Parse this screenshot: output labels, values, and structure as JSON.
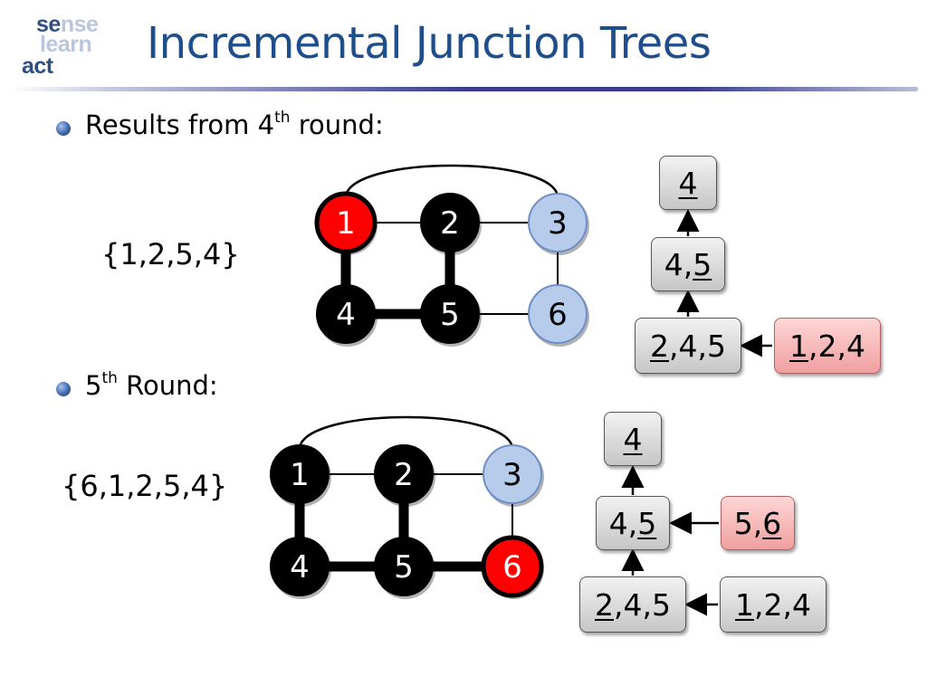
{
  "logo": {
    "lines": [
      {
        "dark": "se",
        "light": "nse"
      },
      {
        "dark": "",
        "light": "learn"
      },
      {
        "dark": "act",
        "light": ""
      }
    ]
  },
  "title": "Incremental Junction Trees",
  "colors": {
    "title": "#1f4e8c",
    "node_black": "#000000",
    "node_red": "#ff0000",
    "node_blue": "#b7cbeb",
    "box_gray": "#d9d9d9",
    "box_pink": "#f5b0b0"
  },
  "section1": {
    "bullet_prefix": "Results from 4",
    "bullet_sup": "th",
    "bullet_suffix": " round:",
    "order_label": "{1,2,5,4}",
    "graph": {
      "nodes": [
        {
          "id": "1",
          "color": "red"
        },
        {
          "id": "2",
          "color": "black"
        },
        {
          "id": "3",
          "color": "blue"
        },
        {
          "id": "4",
          "color": "black"
        },
        {
          "id": "5",
          "color": "black"
        },
        {
          "id": "6",
          "color": "blue"
        }
      ],
      "thick_edges": [
        [
          "1",
          "4"
        ],
        [
          "4",
          "5"
        ],
        [
          "2",
          "5"
        ]
      ],
      "thin_edges": [
        [
          "1",
          "2"
        ],
        [
          "2",
          "3"
        ],
        [
          "3",
          "6"
        ],
        [
          "5",
          "6"
        ],
        [
          "1",
          "3"
        ]
      ]
    },
    "tree": {
      "boxes": [
        {
          "id": "a",
          "parts": [
            {
              "t": "4",
              "u": true
            }
          ],
          "color": "gray"
        },
        {
          "id": "b",
          "parts": [
            {
              "t": "4,",
              "u": false
            },
            {
              "t": "5",
              "u": true
            }
          ],
          "color": "gray"
        },
        {
          "id": "c",
          "parts": [
            {
              "t": "2",
              "u": true
            },
            {
              "t": ",4,5",
              "u": false
            }
          ],
          "color": "gray"
        },
        {
          "id": "d",
          "parts": [
            {
              "t": "1",
              "u": true
            },
            {
              "t": ",2,4",
              "u": false
            }
          ],
          "color": "pink"
        }
      ]
    }
  },
  "section2": {
    "bullet_prefix": "5",
    "bullet_sup": "th",
    "bullet_suffix": " Round:",
    "order_label": "{6,1,2,5,4}",
    "graph": {
      "nodes": [
        {
          "id": "1",
          "color": "black"
        },
        {
          "id": "2",
          "color": "black"
        },
        {
          "id": "3",
          "color": "blue"
        },
        {
          "id": "4",
          "color": "black"
        },
        {
          "id": "5",
          "color": "black"
        },
        {
          "id": "6",
          "color": "red"
        }
      ],
      "thick_edges": [
        [
          "1",
          "4"
        ],
        [
          "4",
          "5"
        ],
        [
          "2",
          "5"
        ],
        [
          "5",
          "6"
        ]
      ],
      "thin_edges": [
        [
          "1",
          "2"
        ],
        [
          "2",
          "3"
        ],
        [
          "3",
          "6"
        ],
        [
          "1",
          "3"
        ]
      ]
    },
    "tree": {
      "boxes": [
        {
          "id": "a",
          "parts": [
            {
              "t": "4",
              "u": true
            }
          ],
          "color": "gray"
        },
        {
          "id": "b",
          "parts": [
            {
              "t": "4,",
              "u": false
            },
            {
              "t": "5",
              "u": true
            }
          ],
          "color": "gray"
        },
        {
          "id": "e",
          "parts": [
            {
              "t": "5,",
              "u": false
            },
            {
              "t": "6",
              "u": true
            }
          ],
          "color": "pink"
        },
        {
          "id": "c",
          "parts": [
            {
              "t": "2",
              "u": true
            },
            {
              "t": ",4,5",
              "u": false
            }
          ],
          "color": "gray"
        },
        {
          "id": "d",
          "parts": [
            {
              "t": "1",
              "u": true
            },
            {
              "t": ",2,4",
              "u": false
            }
          ],
          "color": "gray"
        }
      ]
    }
  }
}
